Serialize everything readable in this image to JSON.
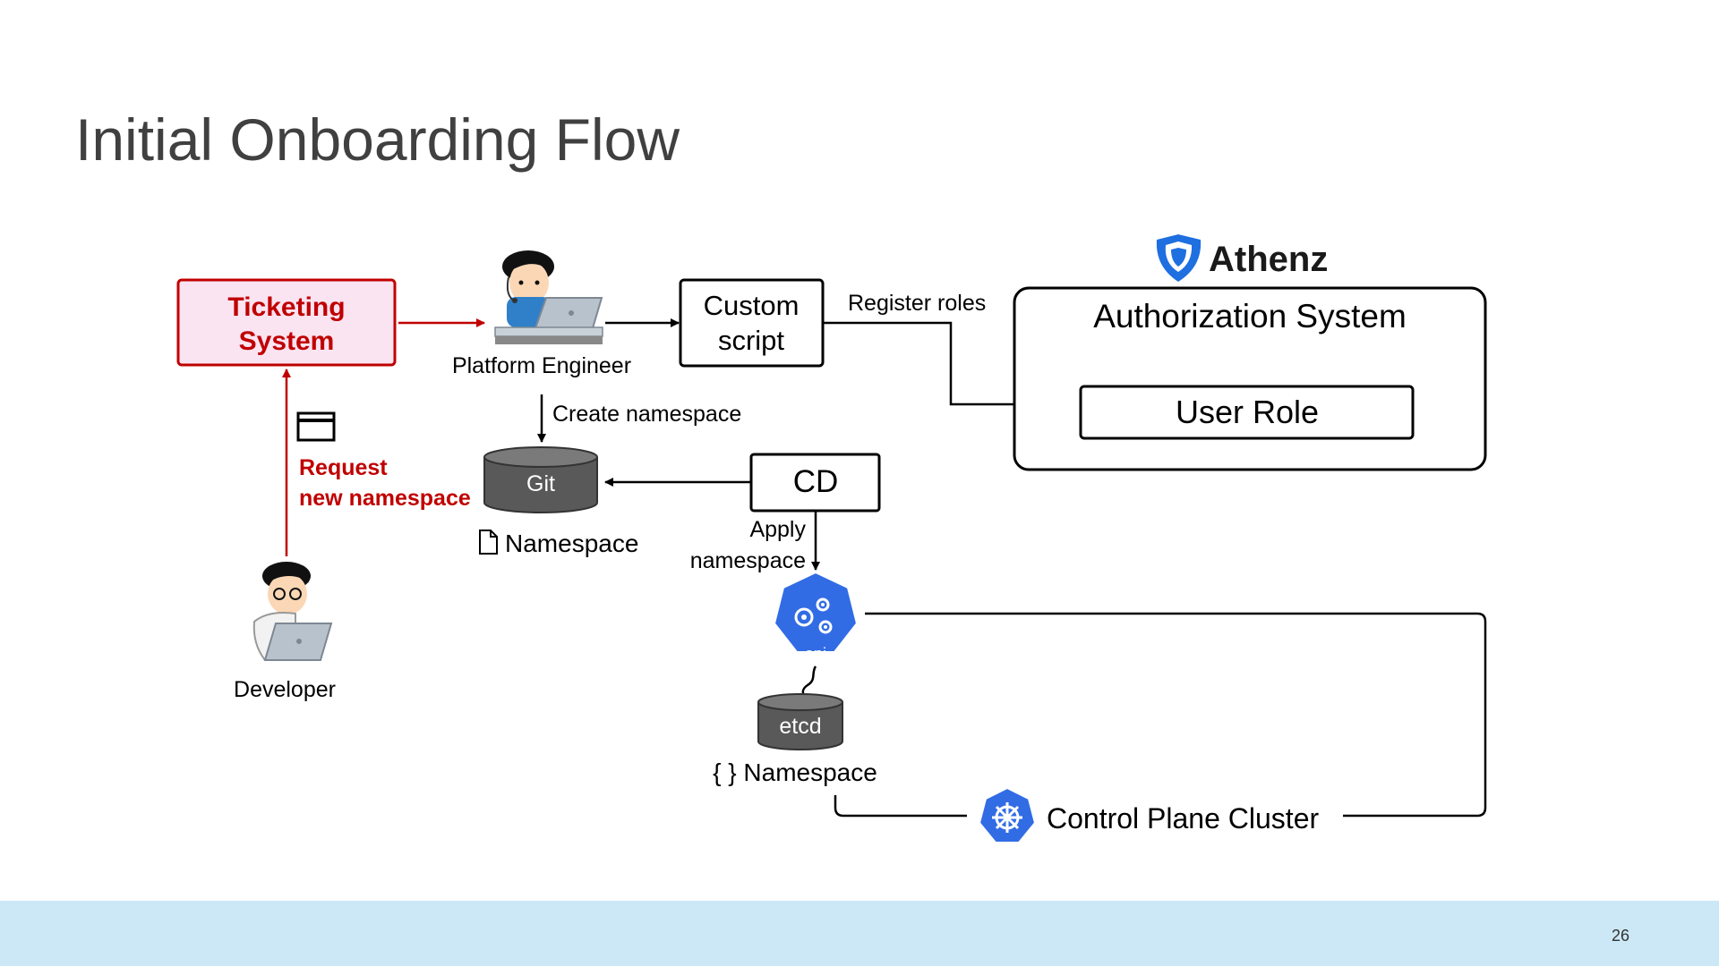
{
  "slide": {
    "title": "Initial Onboarding Flow",
    "page_number": "26"
  },
  "diagram": {
    "ticketing_line1": "Ticketing",
    "ticketing_line2": "System",
    "platform_engineer": "Platform Engineer",
    "custom_line1": "Custom",
    "custom_line2": "script",
    "register_roles": "Register roles",
    "athenz_brand": "Athenz",
    "authorization_system": "Authorization System",
    "user_role": "User Role",
    "request_line1": "Request",
    "request_line2": "new namespace",
    "create_namespace": "Create namespace",
    "git": "Git",
    "git_namespace": "Namespace",
    "cd": "CD",
    "apply_line1": "Apply",
    "apply_line2": "namespace",
    "api": "api",
    "etcd": "etcd",
    "etcd_namespace": "{ } Namespace",
    "developer": "Developer",
    "control_plane": "Control Plane Cluster"
  },
  "colors": {
    "accent_red": "#c00000",
    "ticketing_fill": "#fbe4f2",
    "kubernetes_blue": "#326ce5",
    "athenz_blue": "#1e6fe0",
    "cylinder_gray": "#595959",
    "footer": "#cce8f6"
  }
}
